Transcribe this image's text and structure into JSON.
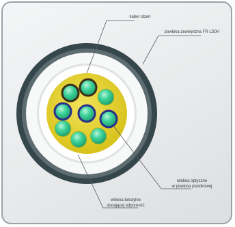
{
  "labels": {
    "cable_core": "kabel rdzeń",
    "outer_sheath": "powłoka zewnętrzna FR LS0H",
    "optical_fibers_line1": "włókna optyczne",
    "optical_fibers_line2": "w powłoce plastikowej",
    "strength_fibers_line1": "włókna tekstylne",
    "strength_fibers_line2": "dodającej odporność"
  },
  "colors": {
    "outer_jacket": "#36474b",
    "inner_layer": "#ffffff",
    "core_filler": "#e6d320",
    "fiber_fill": "#2ec489",
    "fiber_outline_dark": "#3a2e1a",
    "fiber_outline_blue": "#2a2e8a",
    "leader_line": "#555b60"
  },
  "fibers": [
    {
      "id": "center",
      "ring": "blue"
    },
    {
      "id": "top-left",
      "ring": "dark"
    },
    {
      "id": "top",
      "ring": "dark"
    },
    {
      "id": "top-right",
      "ring": "none"
    },
    {
      "id": "right",
      "ring": "blue"
    },
    {
      "id": "bottom-right",
      "ring": "none"
    },
    {
      "id": "bottom",
      "ring": "none"
    },
    {
      "id": "bottom-left",
      "ring": "none"
    },
    {
      "id": "left",
      "ring": "blue"
    }
  ]
}
